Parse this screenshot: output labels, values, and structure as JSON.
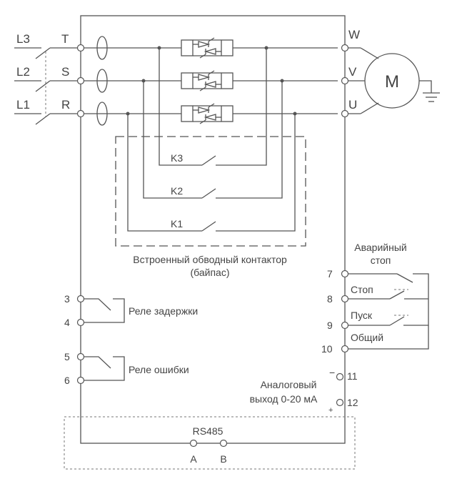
{
  "lines": {
    "l3": "L3",
    "l2": "L2",
    "l1": "L1"
  },
  "terminals_in": {
    "t": "T",
    "s": "S",
    "r": "R"
  },
  "terminals_out": {
    "w": "W",
    "v": "V",
    "u": "U"
  },
  "motor_label": "M",
  "contactors": {
    "k3": "K3",
    "k2": "K2",
    "k1": "K1"
  },
  "bypass_caption": {
    "line1": "Встроенный обводный контактор",
    "line2": "(байпас)"
  },
  "relays": {
    "delay": {
      "label": "Реле задержки",
      "t1": "3",
      "t2": "4"
    },
    "fault": {
      "label": "Реле ошибки",
      "t1": "5",
      "t2": "6"
    }
  },
  "control": {
    "emergency_line1": "Аварийный",
    "emergency_line2": "стоп",
    "stop": "Стоп",
    "start": "Пуск",
    "common": "Общий",
    "t7": "7",
    "t8": "8",
    "t9": "9",
    "t10": "10"
  },
  "analog": {
    "line1": "Аналоговый",
    "line2": "выход 0-20 мА",
    "t11": "11",
    "t12": "12",
    "minus": "−",
    "plus": "+"
  },
  "rs485": {
    "label": "RS485",
    "a": "A",
    "b": "B"
  }
}
